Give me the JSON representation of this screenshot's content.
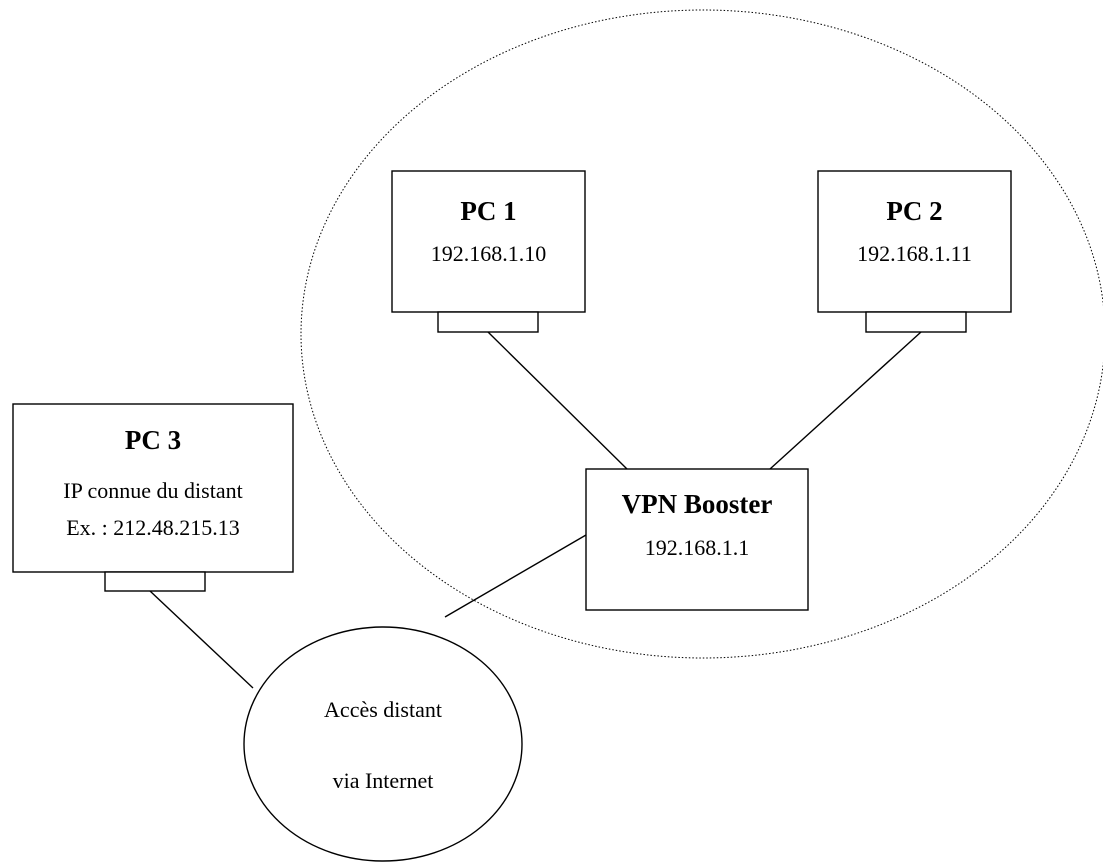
{
  "nodes": {
    "pc1": {
      "title": "PC 1",
      "ip": "192.168.1.10"
    },
    "pc2": {
      "title": "PC 2",
      "ip": "192.168.1.11"
    },
    "pc3": {
      "title": "PC 3",
      "line1": "IP connue du distant",
      "line2": "Ex. : 212.48.215.13"
    },
    "vpn": {
      "title": "VPN Booster",
      "ip": "192.168.1.1"
    },
    "internet": {
      "line1": "Accès distant",
      "line2": "via Internet"
    }
  },
  "connections": [
    {
      "from": "pc1",
      "to": "vpn"
    },
    {
      "from": "pc2",
      "to": "vpn"
    },
    {
      "from": "vpn",
      "to": "internet"
    },
    {
      "from": "pc3",
      "to": "internet"
    }
  ],
  "groups": [
    {
      "style": "dotted",
      "members": [
        "pc1",
        "pc2",
        "vpn"
      ]
    }
  ]
}
